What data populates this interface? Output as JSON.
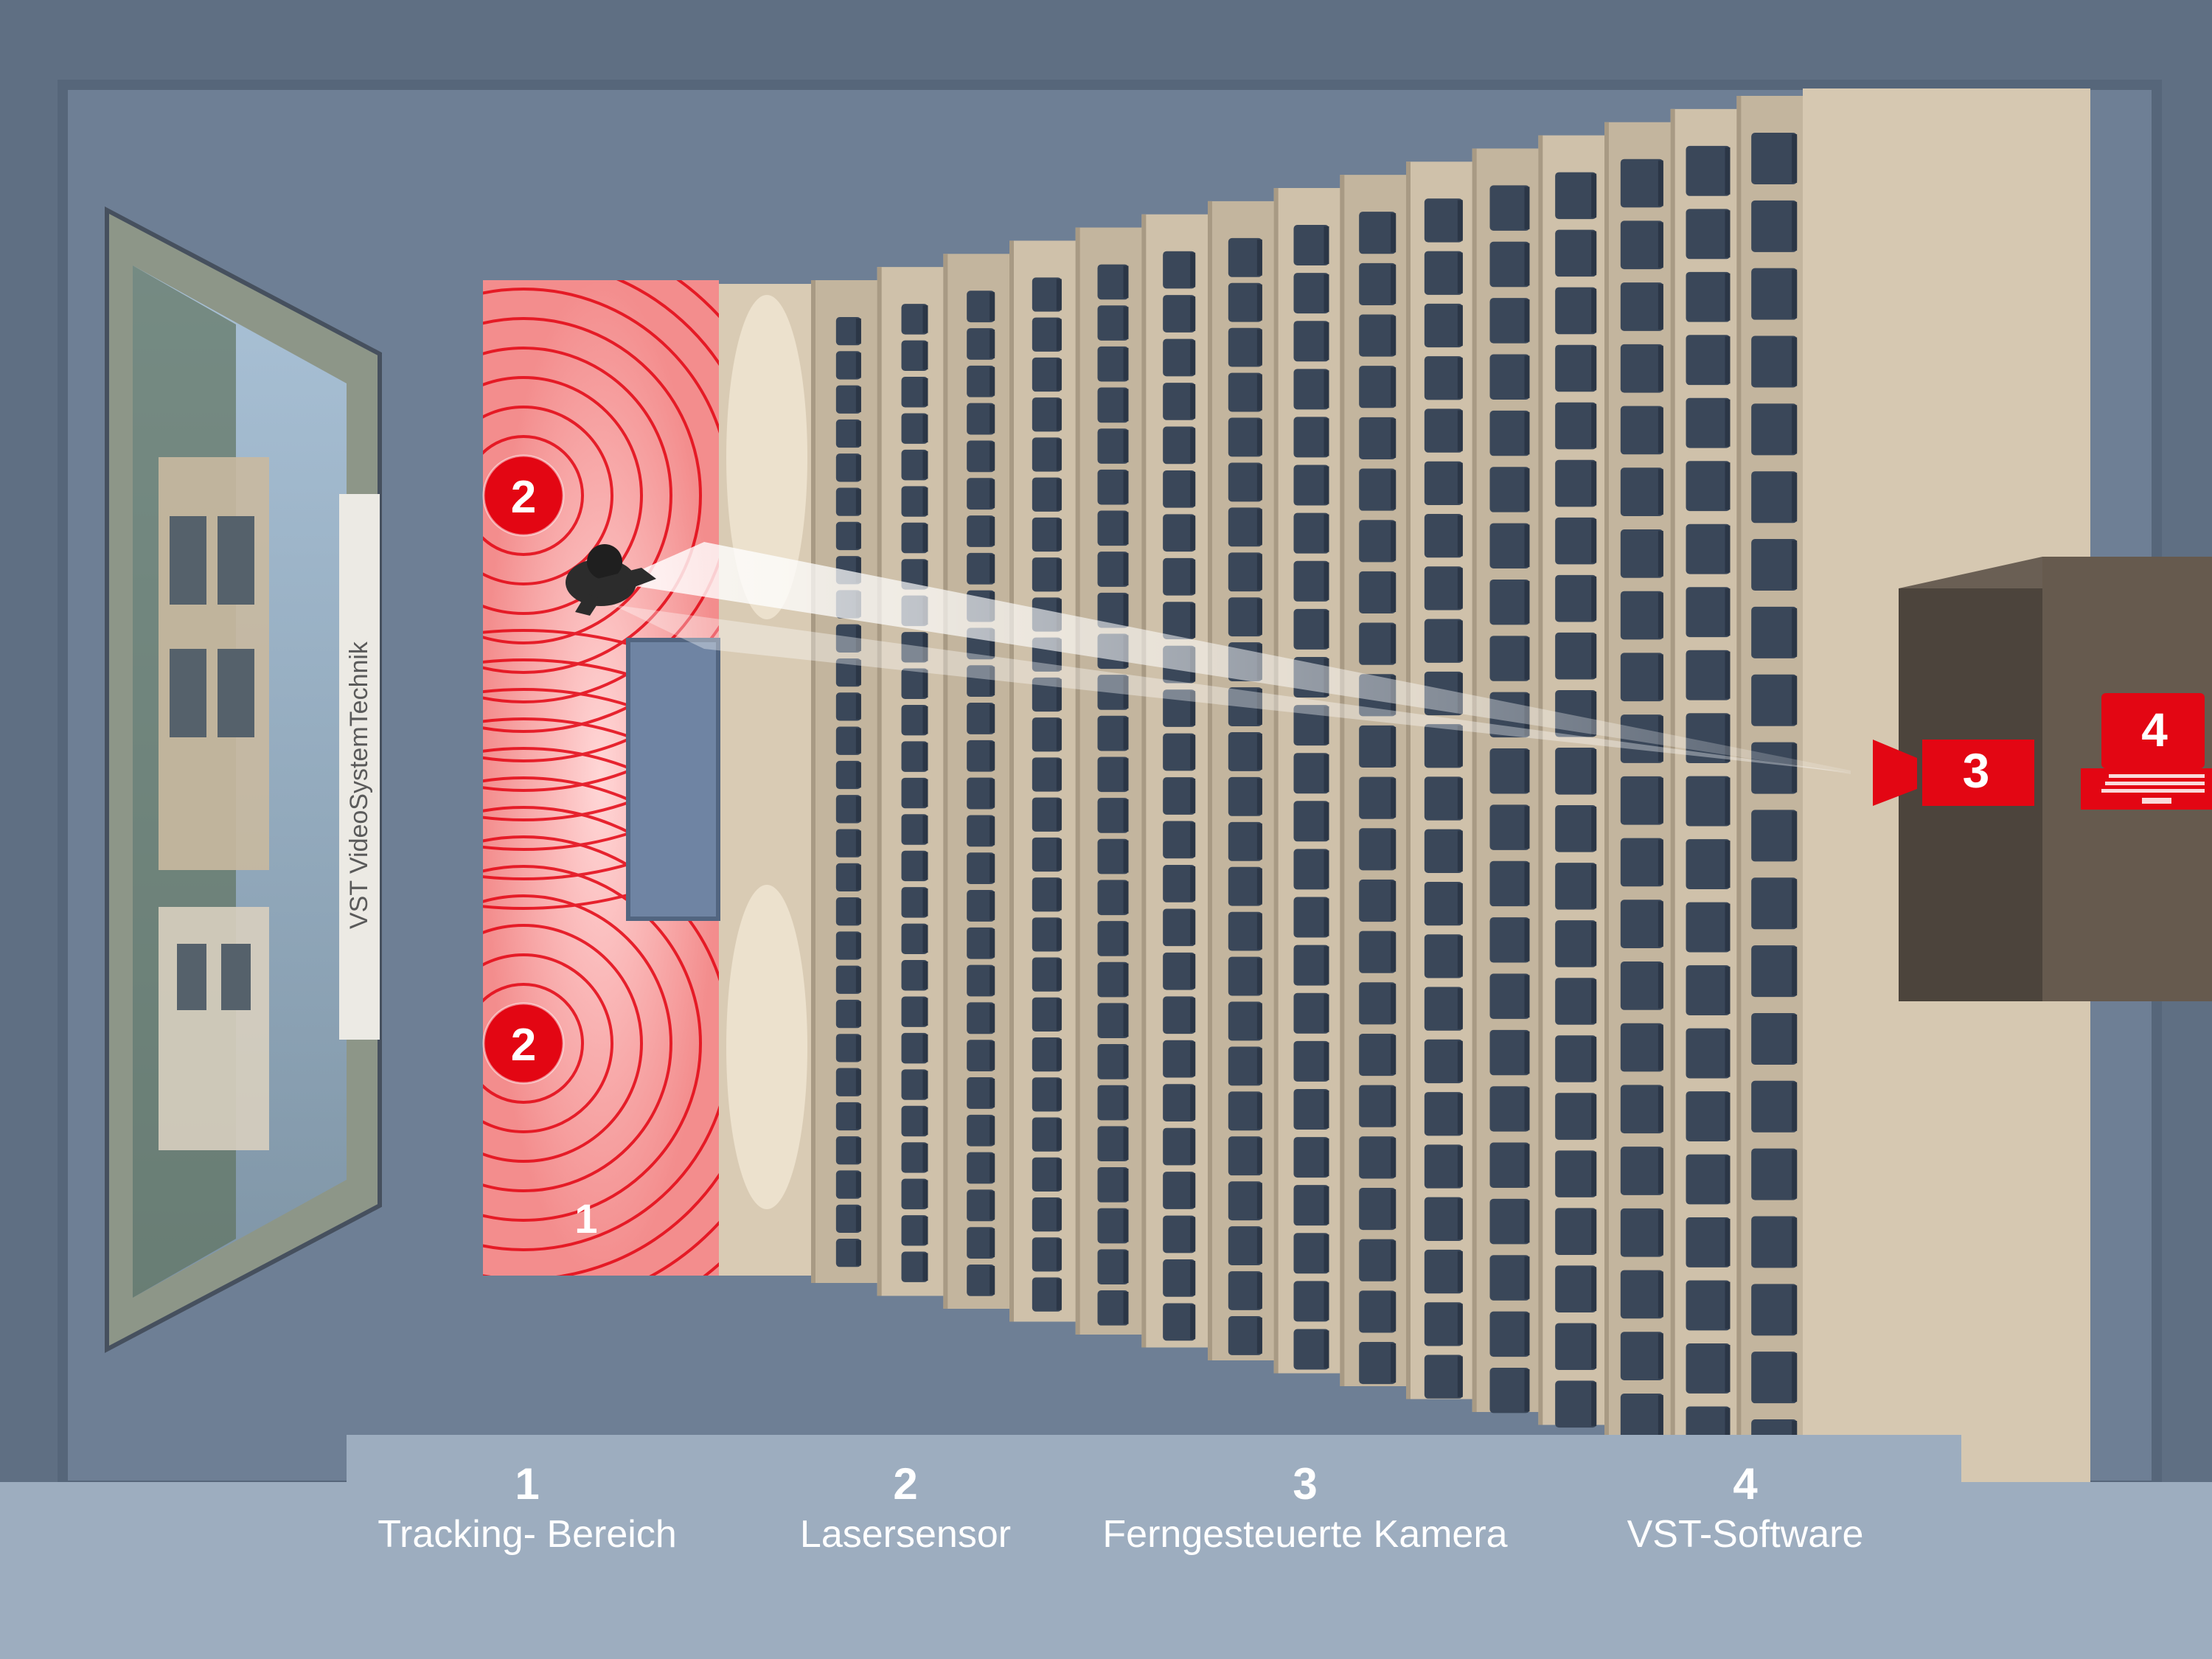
{
  "zone_label": "1",
  "markers": {
    "sensor_top": "2",
    "sensor_bottom": "2",
    "camera": "3",
    "software": "4"
  },
  "screen_brand_text": "VST VideoSystemTechnik",
  "legend": [
    {
      "number": "1",
      "label": "Tracking- Bereich"
    },
    {
      "number": "2",
      "label": "Lasersensor"
    },
    {
      "number": "3",
      "label": "Ferngesteuerte Kamera"
    },
    {
      "number": "4",
      "label": "VST-Software"
    }
  ],
  "colors": {
    "accent_red": "#e30613",
    "wall_blue": "#5f6f83",
    "floor": "#cdbfa8",
    "seat": "#3a4759",
    "legend_bg": "#9dadbf"
  }
}
